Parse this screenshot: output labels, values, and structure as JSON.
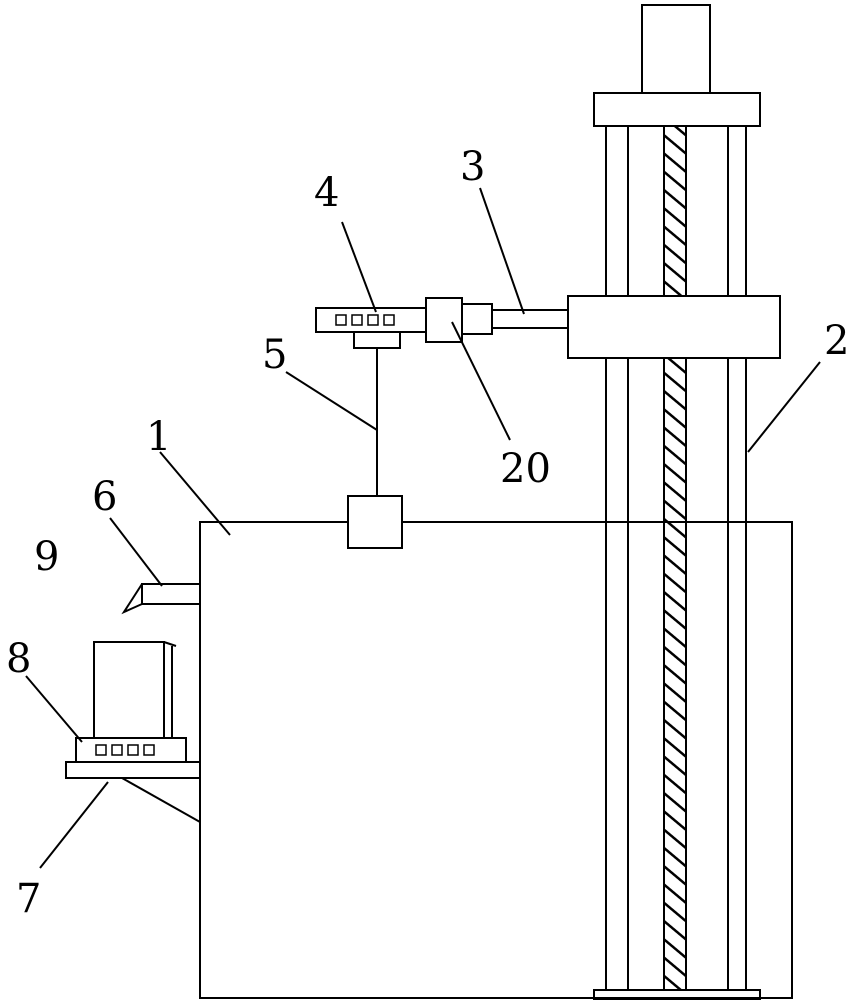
{
  "labels": {
    "l1": "1",
    "l2": "2",
    "l3": "3",
    "l4": "4",
    "l5": "5",
    "l6": "6",
    "l7": "7",
    "l8": "8",
    "l9": "9",
    "l20": "20"
  },
  "colors": {
    "stroke": "#000000",
    "background": "#ffffff"
  }
}
